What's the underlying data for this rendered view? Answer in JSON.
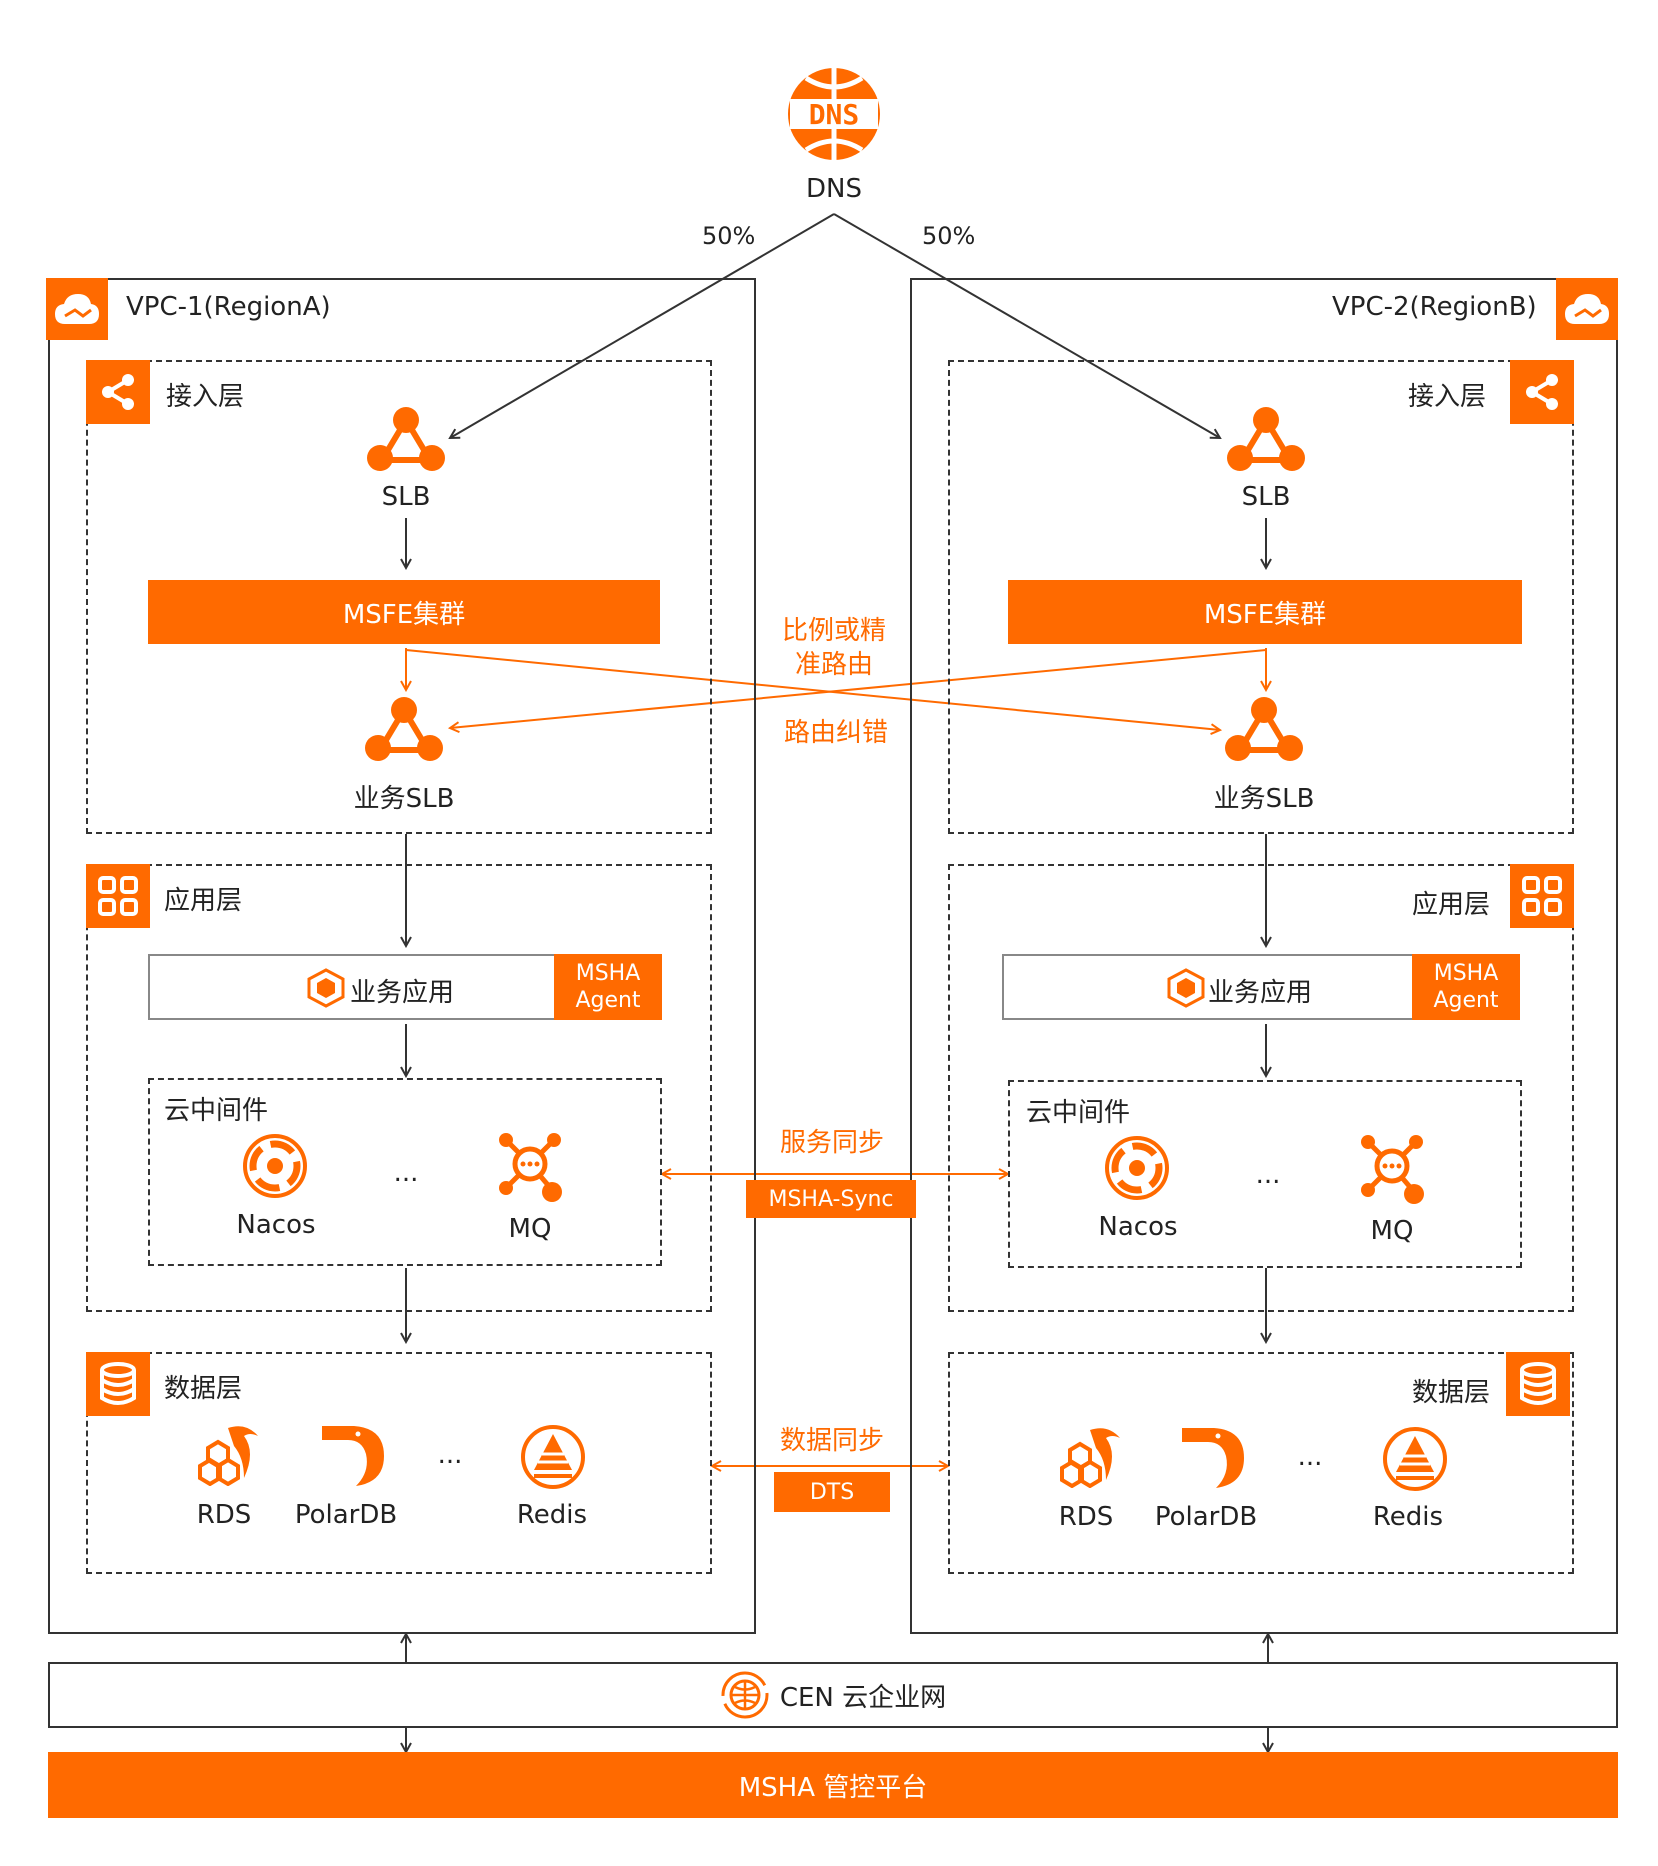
{
  "dns": {
    "label": "DNS",
    "logo_text": "DNS",
    "left_split": "50%",
    "right_split": "50%"
  },
  "vpc_left": {
    "title": "VPC-1(RegionA)",
    "access": {
      "title": "接入层",
      "slb": "SLB",
      "msfe": "MSFE集群",
      "biz_slb": "业务SLB"
    },
    "app": {
      "title": "应用层",
      "biz_app": "业务应用",
      "agent_line1": "MSHA",
      "agent_line2": "Agent",
      "middleware": {
        "title": "云中间件",
        "nacos": "Nacos",
        "ellipsis": "...",
        "mq": "MQ"
      }
    },
    "data": {
      "title": "数据层",
      "rds": "RDS",
      "polardb": "PolarDB",
      "ellipsis": "...",
      "redis": "Redis"
    }
  },
  "vpc_right": {
    "title": "VPC-2(RegionB)",
    "access": {
      "title": "接入层",
      "slb": "SLB",
      "msfe": "MSFE集群",
      "biz_slb": "业务SLB"
    },
    "app": {
      "title": "应用层",
      "biz_app": "业务应用",
      "agent_line1": "MSHA",
      "agent_line2": "Agent",
      "middleware": {
        "title": "云中间件",
        "nacos": "Nacos",
        "ellipsis": "...",
        "mq": "MQ"
      }
    },
    "data": {
      "title": "数据层",
      "rds": "RDS",
      "polardb": "PolarDB",
      "ellipsis": "...",
      "redis": "Redis"
    }
  },
  "center": {
    "routing_line1": "比例或精",
    "routing_line2": "准路由",
    "route_fix": "路由纠错",
    "service_sync": "服务同步",
    "msha_sync": "MSHA-Sync",
    "data_sync": "数据同步",
    "dts": "DTS"
  },
  "cen": {
    "label": "CEN 云企业网"
  },
  "platform": {
    "label": "MSHA 管控平台"
  },
  "colors": {
    "accent": "#ff6a00",
    "line": "#333333",
    "text": "#222222"
  }
}
